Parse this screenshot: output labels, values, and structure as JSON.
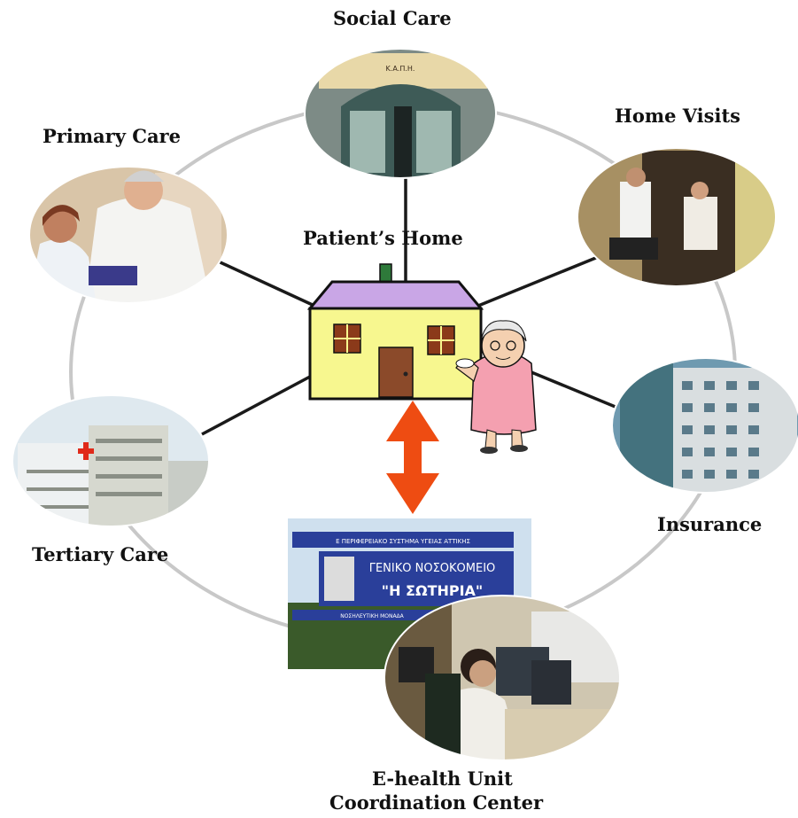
{
  "labels": {
    "social_care": "Social Care",
    "home_visits": "Home Visits",
    "primary_care": "Primary Care",
    "patients_home": "Patient’s Home",
    "insurance": "Insurance",
    "tertiary_care": "Tertiary Care",
    "ehealth_line1": "E-health Unit",
    "ehealth_line2": "Coordination Center"
  },
  "photo_text": {
    "social_care_sign": "Κ.Α.Π.Η.",
    "hospital_banner_top": "Ε ΠΕΡΙΦΕΡΕΙΑΚΟ ΣΥΣΤΗΜΑ ΥΓΕΙΑΣ ΑΤΤΙΚΗΣ",
    "hospital_name_line1": "ΓΕΝΙΚΟ ΝΟΣΟΚΟΜΕΙΟ",
    "hospital_name_line2": "\"Η ΣΩΤΗΡΙΑ\"",
    "hospital_banner_bottom": "ΝΟΣΗΛΕΥΤΙΚΗ ΜΟΝΑΔΑ"
  },
  "colors": {
    "ring": "#c8c8c8",
    "spoke": "#1a1a1a",
    "house_wall": "#f7f78f",
    "house_roof": "#c9a6e6",
    "house_window": "#8b3a1a",
    "house_door": "#8b4a2a",
    "arrow": "#ee4c12",
    "banner_blue": "#2a3f9a"
  },
  "icons": {
    "house": "house-icon",
    "grandmother": "elderly-woman-icon",
    "arrow": "double-arrow-icon"
  }
}
